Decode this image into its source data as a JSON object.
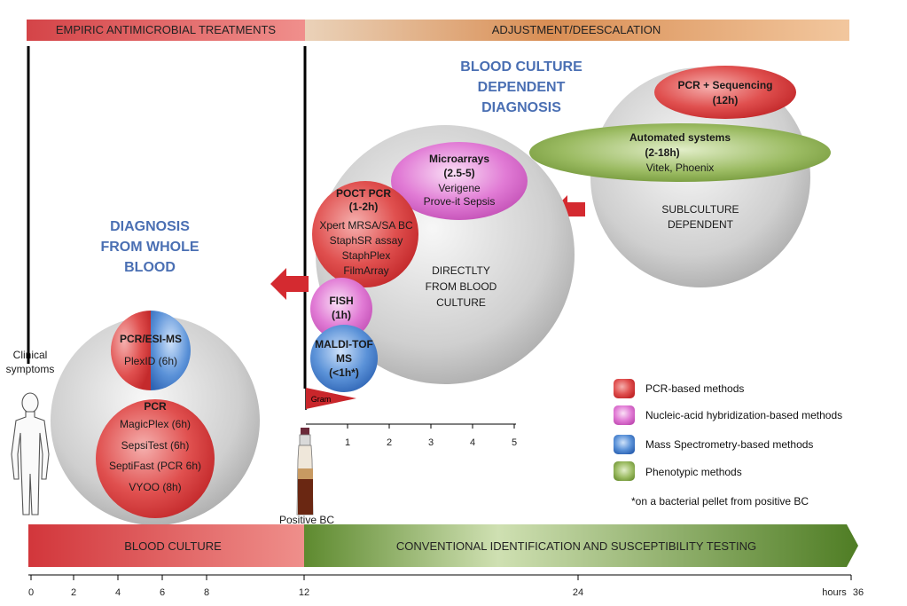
{
  "top_bar": {
    "left": "EMPIRIC ANTIMICROBIAL TREATMENTS",
    "right": "ADJUSTMENT/DEESCALATION"
  },
  "bottom_bar": {
    "left": "BLOOD CULTURE",
    "right": "CONVENTIONAL IDENTIFICATION AND SUSCEPTIBILITY TESTING"
  },
  "titles": {
    "whole_blood": [
      "DIAGNOSIS",
      "FROM WHOLE",
      "BLOOD"
    ],
    "bc_dependent": [
      "BLOOD CULTURE",
      "DEPENDENT",
      "DIAGNOSIS"
    ]
  },
  "clinical": [
    "Clinical",
    "symptoms"
  ],
  "positive_bc": "Positive BC",
  "gram": "Gram",
  "whole_blood": {
    "pcr_esi": {
      "title": "PCR/ESI-MS",
      "item": "PlexID (6h)"
    },
    "pcr": {
      "title": "PCR",
      "items": [
        "MagicPlex (6h)",
        "SepsiTest (6h)",
        "SeptiFast (PCR 6h)",
        "VYOO (8h)"
      ]
    }
  },
  "direct": {
    "label": [
      "DIRECTLTY",
      "FROM BLOOD",
      "CULTURE"
    ],
    "microarrays": {
      "title": [
        "Microarrays",
        "(2.5-5)"
      ],
      "items": [
        "Verigene",
        "Prove-it Sepsis"
      ]
    },
    "poct": {
      "title": [
        "POCT PCR",
        "(1-2h)"
      ],
      "items": [
        "Xpert MRSA/SA BC",
        "StaphSR assay",
        "StaphPlex",
        "FilmArray"
      ]
    },
    "fish": {
      "title": [
        "FISH",
        "(1h)"
      ]
    },
    "maldi": {
      "title": [
        "MALDI-TOF",
        "MS",
        "(<1h*)"
      ]
    }
  },
  "subculture": {
    "label": [
      "SUBLCULTURE",
      "DEPENDENT"
    ],
    "pcr_seq": {
      "title": [
        "PCR + Sequencing",
        "(12h)"
      ]
    },
    "automated": {
      "title": [
        "Automated systems",
        "(2-18h)"
      ],
      "item": "Vitek, Phoenix"
    }
  },
  "small_axis": [
    "1",
    "2",
    "3",
    "4",
    "5"
  ],
  "main_axis": {
    "ticks": [
      "0",
      "2",
      "4",
      "6",
      "8",
      "12",
      "24",
      "36"
    ],
    "unit": "hours"
  },
  "legend": [
    {
      "label": "PCR-based methods",
      "color": "#d7373a"
    },
    {
      "label": "Nucleic-acid hybridization-based methods",
      "color": "#d35ec6"
    },
    {
      "label": "Mass Spectrometry-based methods",
      "color": "#3f79c9"
    },
    {
      "label": "Phenotypic methods",
      "color": "#6f9a3a"
    }
  ],
  "footnote": "*on a bacterial pellet from positive BC"
}
